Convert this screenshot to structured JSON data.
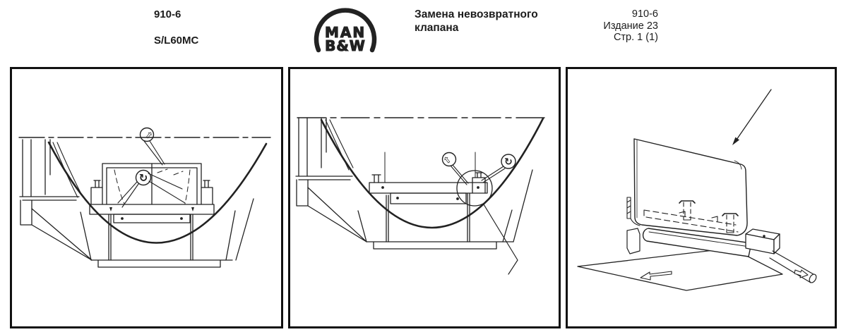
{
  "colors": {
    "ink": "#1c1c1c",
    "paper": "#ffffff"
  },
  "header": {
    "doc_number": "910-6",
    "engine_model": "S/L60MC",
    "logo": {
      "line1": "MAN",
      "line2": "B&W"
    },
    "title": "Замена невозвратного клапана",
    "ref_number": "910-6",
    "edition": "Издание 23",
    "page_ref": "Стр. 1 (1)"
  },
  "icons": {
    "remove_arrow_glyph": "⇧",
    "turn_cw_glyph": "↻"
  },
  "figures": [
    {
      "id": "fig-1",
      "name": "receiver-with-valve-installed",
      "callouts": [
        "remove-arrow-icon",
        "turn-tool-icon"
      ]
    },
    {
      "id": "fig-2",
      "name": "receiver-with-valve-plate-removed",
      "callouts": [
        "remove-arrow-icon",
        "turn-tool-icon",
        "detail-circle"
      ]
    },
    {
      "id": "fig-3",
      "name": "non-return-valve-flap-unit",
      "callouts": [
        "pointer-arrow",
        "slide-direction-arrow",
        "shaft-arrow"
      ]
    }
  ]
}
